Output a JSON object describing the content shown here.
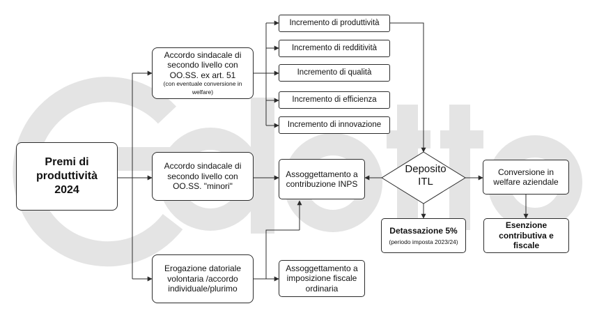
{
  "watermark": {
    "text": "edotto",
    "color": "#e4e4e4"
  },
  "colors": {
    "line": "#2b2b2b",
    "border": "#2b2b2b"
  },
  "nodes": {
    "premi": {
      "line1": "Premi di",
      "line2": "produttività",
      "line3": "2024"
    },
    "accordo_51": {
      "line1": "Accordo sindacale di",
      "line2": "secondo livello con",
      "line3": "OO.SS. ex art. 51",
      "note1": "(con eventuale conversione in",
      "note2": "welfare)"
    },
    "accordo_minori": {
      "line1": "Accordo sindacale di",
      "line2": "secondo livello con",
      "line3": "OO.SS. \"minori\""
    },
    "erogazione": {
      "line1": "Erogazione datoriale",
      "line2": "volontaria /accordo",
      "line3": "individuale/plurimo"
    },
    "incrementi": [
      "Incremento di produttività",
      "Incremento di redditività",
      "Incremento di qualità",
      "Incremento di efficienza",
      "Incremento di innovazione"
    ],
    "inps": {
      "line1": "Assoggettamento a",
      "line2": "contribuzione INPS"
    },
    "fiscale": {
      "line1": "Assoggettamento a",
      "line2": "imposizione fiscale",
      "line3": "ordinaria"
    },
    "deposito": {
      "line1": "Deposito",
      "line2": "ITL"
    },
    "detassazione": {
      "title": "Detassazione 5%",
      "note": "(periodo imposta 2023/24)"
    },
    "welfare": {
      "line1": "Conversione in",
      "line2": "welfare aziendale"
    },
    "esenzione": {
      "line1": "Esenzione",
      "line2": "contributiva e",
      "line3": "fiscale"
    }
  }
}
